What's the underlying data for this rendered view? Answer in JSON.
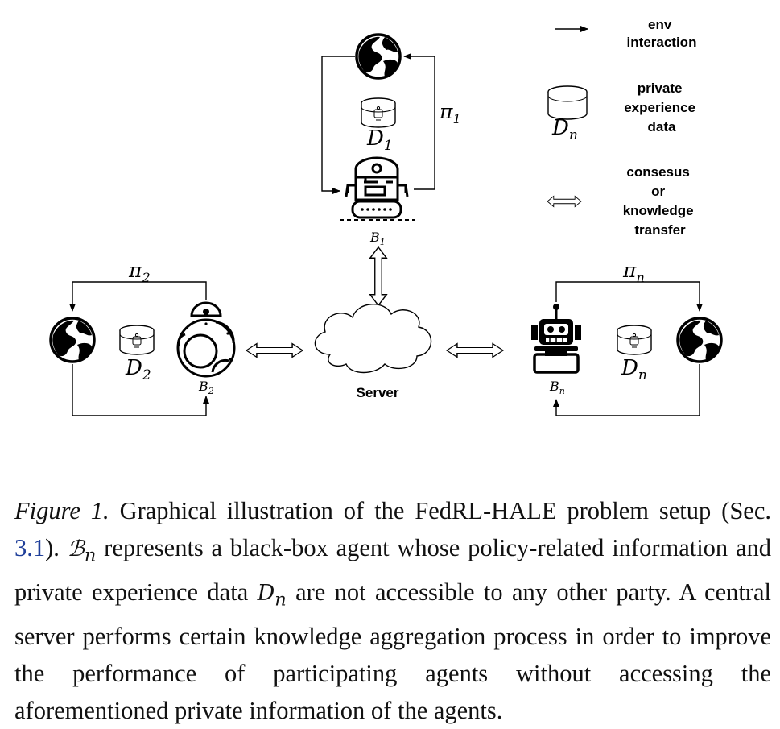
{
  "legend": {
    "env_interaction": [
      "env",
      "interaction"
    ],
    "private_data": [
      "private",
      "experience",
      "data"
    ],
    "private_data_symbol": {
      "base": "D",
      "sub": "n"
    },
    "consensus": [
      "consesus",
      "or",
      "knowledge",
      "transfer"
    ]
  },
  "server": {
    "label": "Server"
  },
  "agent_top": {
    "policy": {
      "base": "π",
      "sub": "1"
    },
    "data": {
      "base": "D",
      "sub": "1"
    },
    "agent": {
      "base": "B",
      "sub": "1"
    }
  },
  "agent_left": {
    "policy": {
      "base": "π",
      "sub": "2"
    },
    "data": {
      "base": "D",
      "sub": "2"
    },
    "agent": {
      "base": "B",
      "sub": "2"
    }
  },
  "agent_right": {
    "policy": {
      "base": "π",
      "sub": "n"
    },
    "data": {
      "base": "D",
      "sub": "n"
    },
    "agent": {
      "base": "B",
      "sub": "n"
    }
  },
  "caption": {
    "figure_label": "Figure 1.",
    "t1": " Graphical illustration of the FedRL-HALE problem setup (Sec. ",
    "ref": "3.1",
    "t2": "). ",
    "m1": "ℬ",
    "m1_sub": "n",
    "t3": " represents a black-box agent whose policy-related information and private experience data ",
    "m2": "D",
    "m2_sub": "n",
    "t4": " are not accessible to any other party. A central server performs certain knowledge aggregation process in order to improve the performance of participating agents without accessing the aforementioned private information of the agents."
  }
}
